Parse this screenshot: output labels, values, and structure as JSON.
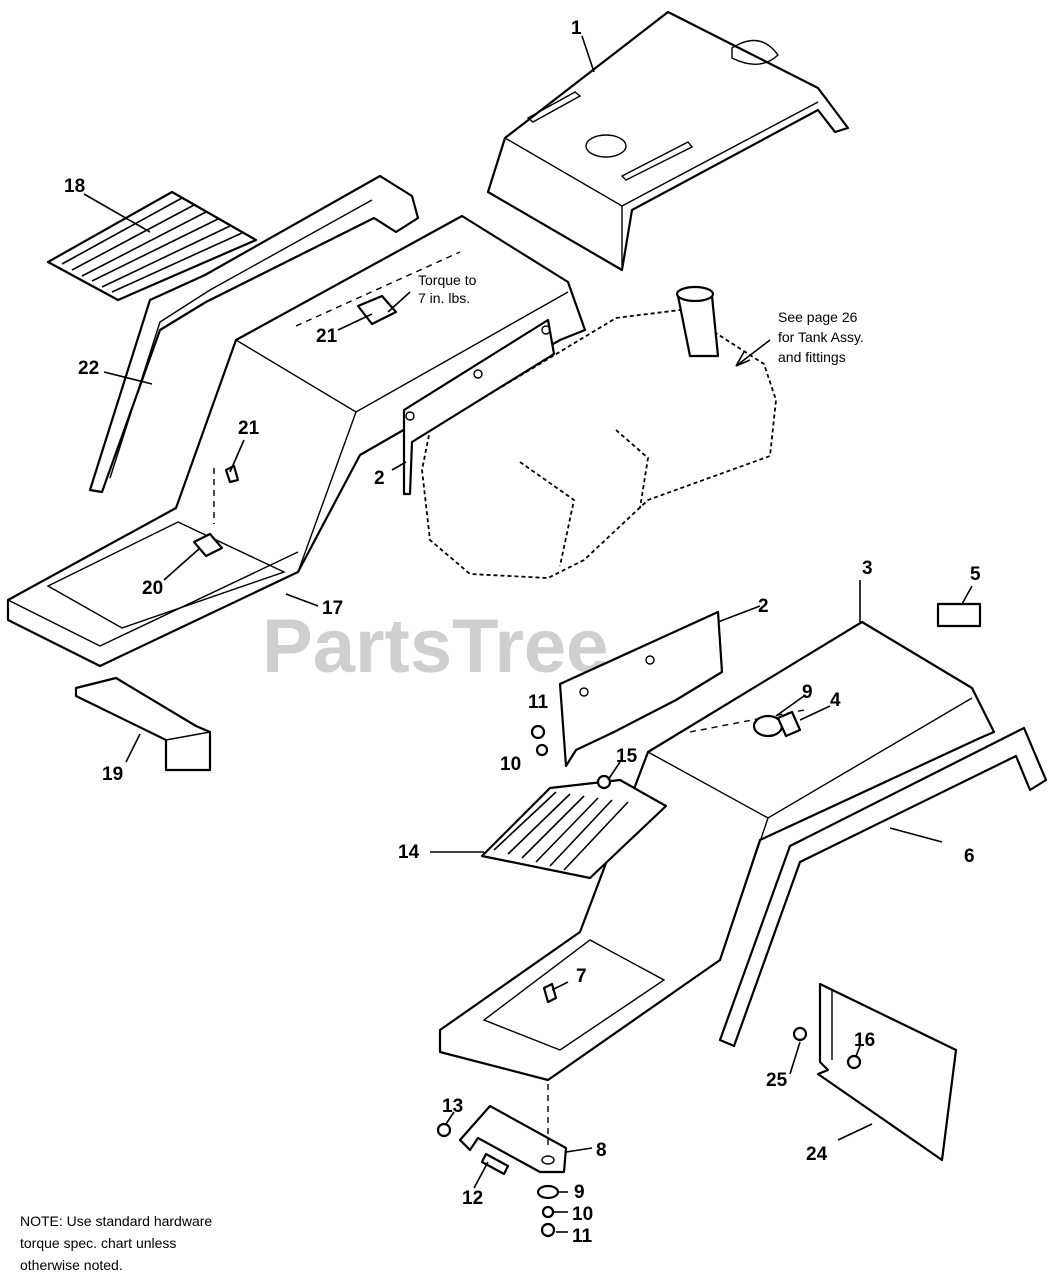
{
  "watermark": "PartsTree",
  "notes": {
    "torque_line1": "Torque to",
    "torque_line2": "7 in. lbs.",
    "tank_line1": "See page 26",
    "tank_line2": "for Tank Assy.",
    "tank_line3": "and fittings",
    "footer_line1": "NOTE: Use standard hardware",
    "footer_line2": "torque spec. chart unless",
    "footer_line3": "otherwise noted."
  },
  "callouts": {
    "c1": "1",
    "c2a": "2",
    "c2b": "2",
    "c3": "3",
    "c4": "4",
    "c5": "5",
    "c6": "6",
    "c7": "7",
    "c8": "8",
    "c9a": "9",
    "c9b": "9",
    "c10a": "10",
    "c10b": "10",
    "c11a": "11",
    "c11b": "11",
    "c12": "12",
    "c13": "13",
    "c14": "14",
    "c15": "15",
    "c16": "16",
    "c17": "17",
    "c18": "18",
    "c19": "19",
    "c20": "20",
    "c21a": "21",
    "c21b": "21",
    "c22": "22",
    "c24": "24",
    "c25": "25"
  }
}
